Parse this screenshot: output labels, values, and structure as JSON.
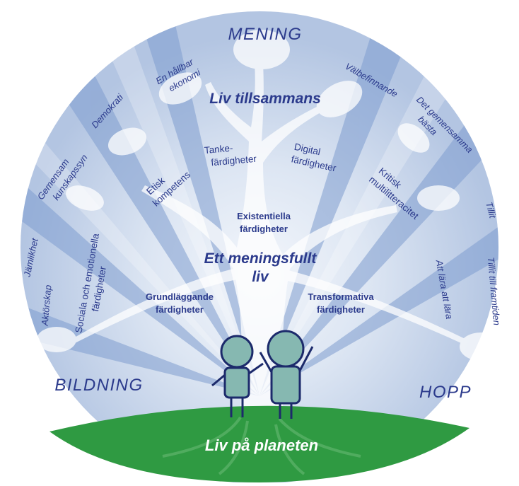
{
  "corners": {
    "top": "MENING",
    "left": "BILDNING",
    "right": "HOPP",
    "bottom": "Liv på planeten"
  },
  "center": {
    "top_heading": "Liv tillsammans",
    "middle_heading_line1": "Ett meningsfullt",
    "middle_heading_line2": "liv"
  },
  "skills": {
    "existentiella": [
      "Existentiella",
      "färdigheter"
    ],
    "grundlaggande": [
      "Grundläggande",
      "färdigheter"
    ],
    "transformativa": [
      "Transformativa",
      "färdigheter"
    ],
    "tanke": [
      "Tanke-",
      "färdigheter"
    ],
    "digital": [
      "Digital",
      "färdigheter"
    ],
    "etisk": [
      "Etisk",
      "kompetens"
    ],
    "kritisk": [
      "Kritisk",
      "multilitteracitet"
    ],
    "sociala": [
      "Sociala och emotionella",
      "färdigheter"
    ],
    "att_lara": "Att lära att lära"
  },
  "rim": {
    "hallbar": [
      "En hållbar",
      "ekonomi"
    ],
    "demokrati": "Demokrati",
    "gemensam": [
      "Gemensam",
      "kunskapssyn"
    ],
    "jamlikhet": "Jämlikhet",
    "aktorskap": "Aktörskap",
    "valbefinnande": "Välbefinnande",
    "gemensamma": [
      "Det gemensamma",
      "bästa"
    ],
    "tillit": "Tillit",
    "tillit_framtiden": "Tillit till framtiden"
  },
  "colors": {
    "sky_light": "#dde6f3",
    "sky_mid": "#b5c7e3",
    "sky_dark": "#6e90c7",
    "text_navy": "#2b3a8c",
    "grass": "#2f9a42",
    "figure_fill": "#86b8b1",
    "figure_stroke": "#1c2a6b"
  }
}
